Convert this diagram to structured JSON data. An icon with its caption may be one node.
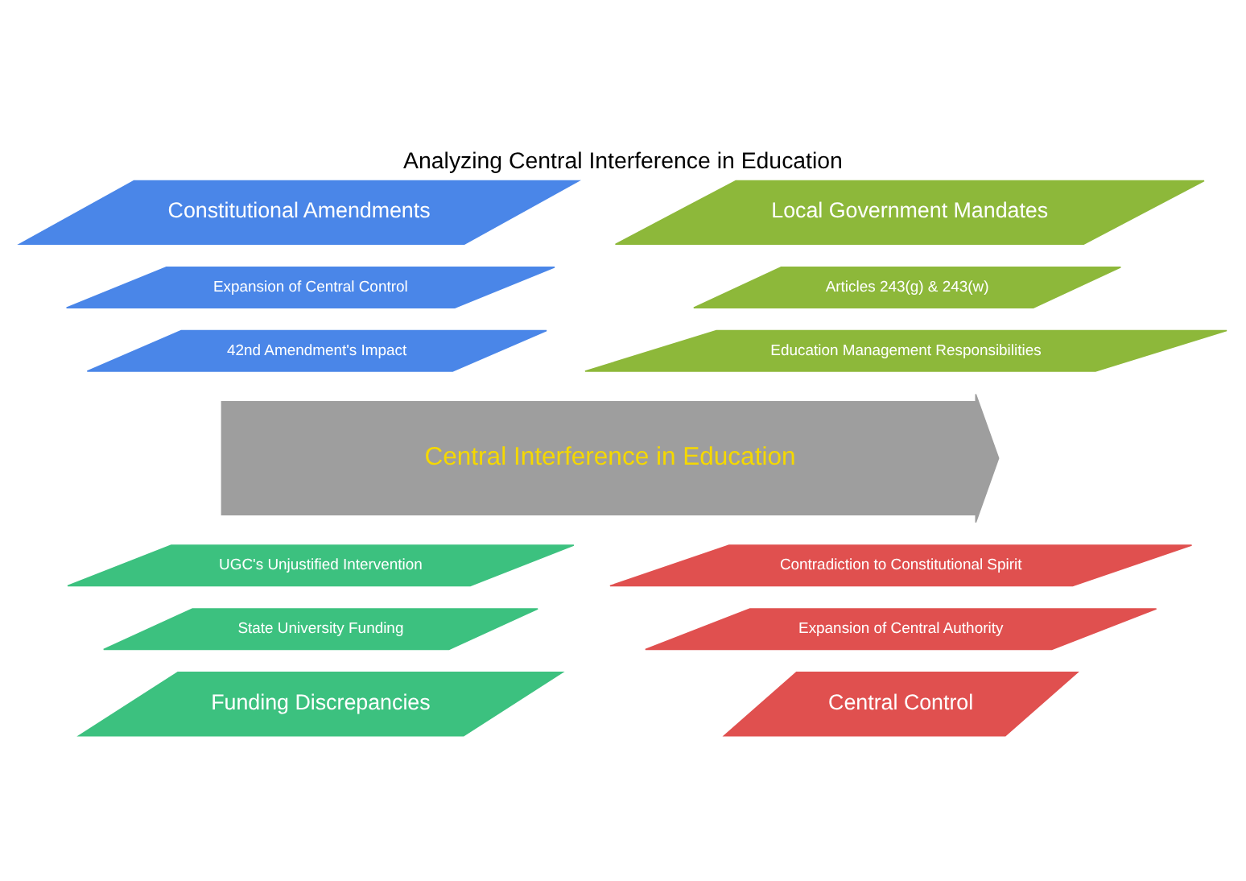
{
  "diagram": {
    "title": "Analyzing Central Interference in Education",
    "nodes": [
      {
        "text": [
          "Constitutional Amendments"
        ]
      },
      {
        "text": [
          "Expansion of Central Control"
        ]
      },
      {
        "text": [
          "42nd Amendment's Impact"
        ]
      },
      {
        "text": [
          "Local Government Mandates"
        ]
      },
      {
        "text": [
          "Articles 243(g) & 243(w)"
        ]
      },
      {
        "text": [
          "Education Management Responsibilities"
        ]
      },
      {
        "text": [
          "Central Interference in Education"
        ]
      },
      {
        "text": [
          "UGC's Unjustified Intervention"
        ]
      },
      {
        "text": [
          "State University Funding"
        ]
      },
      {
        "text": [
          "Funding Discrepancies"
        ]
      },
      {
        "text": [
          "Contradiction to Constitutional Spirit"
        ]
      },
      {
        "text": [
          "Expansion of Central Authority"
        ]
      },
      {
        "text": [
          "Central Control"
        ]
      }
    ]
  }
}
